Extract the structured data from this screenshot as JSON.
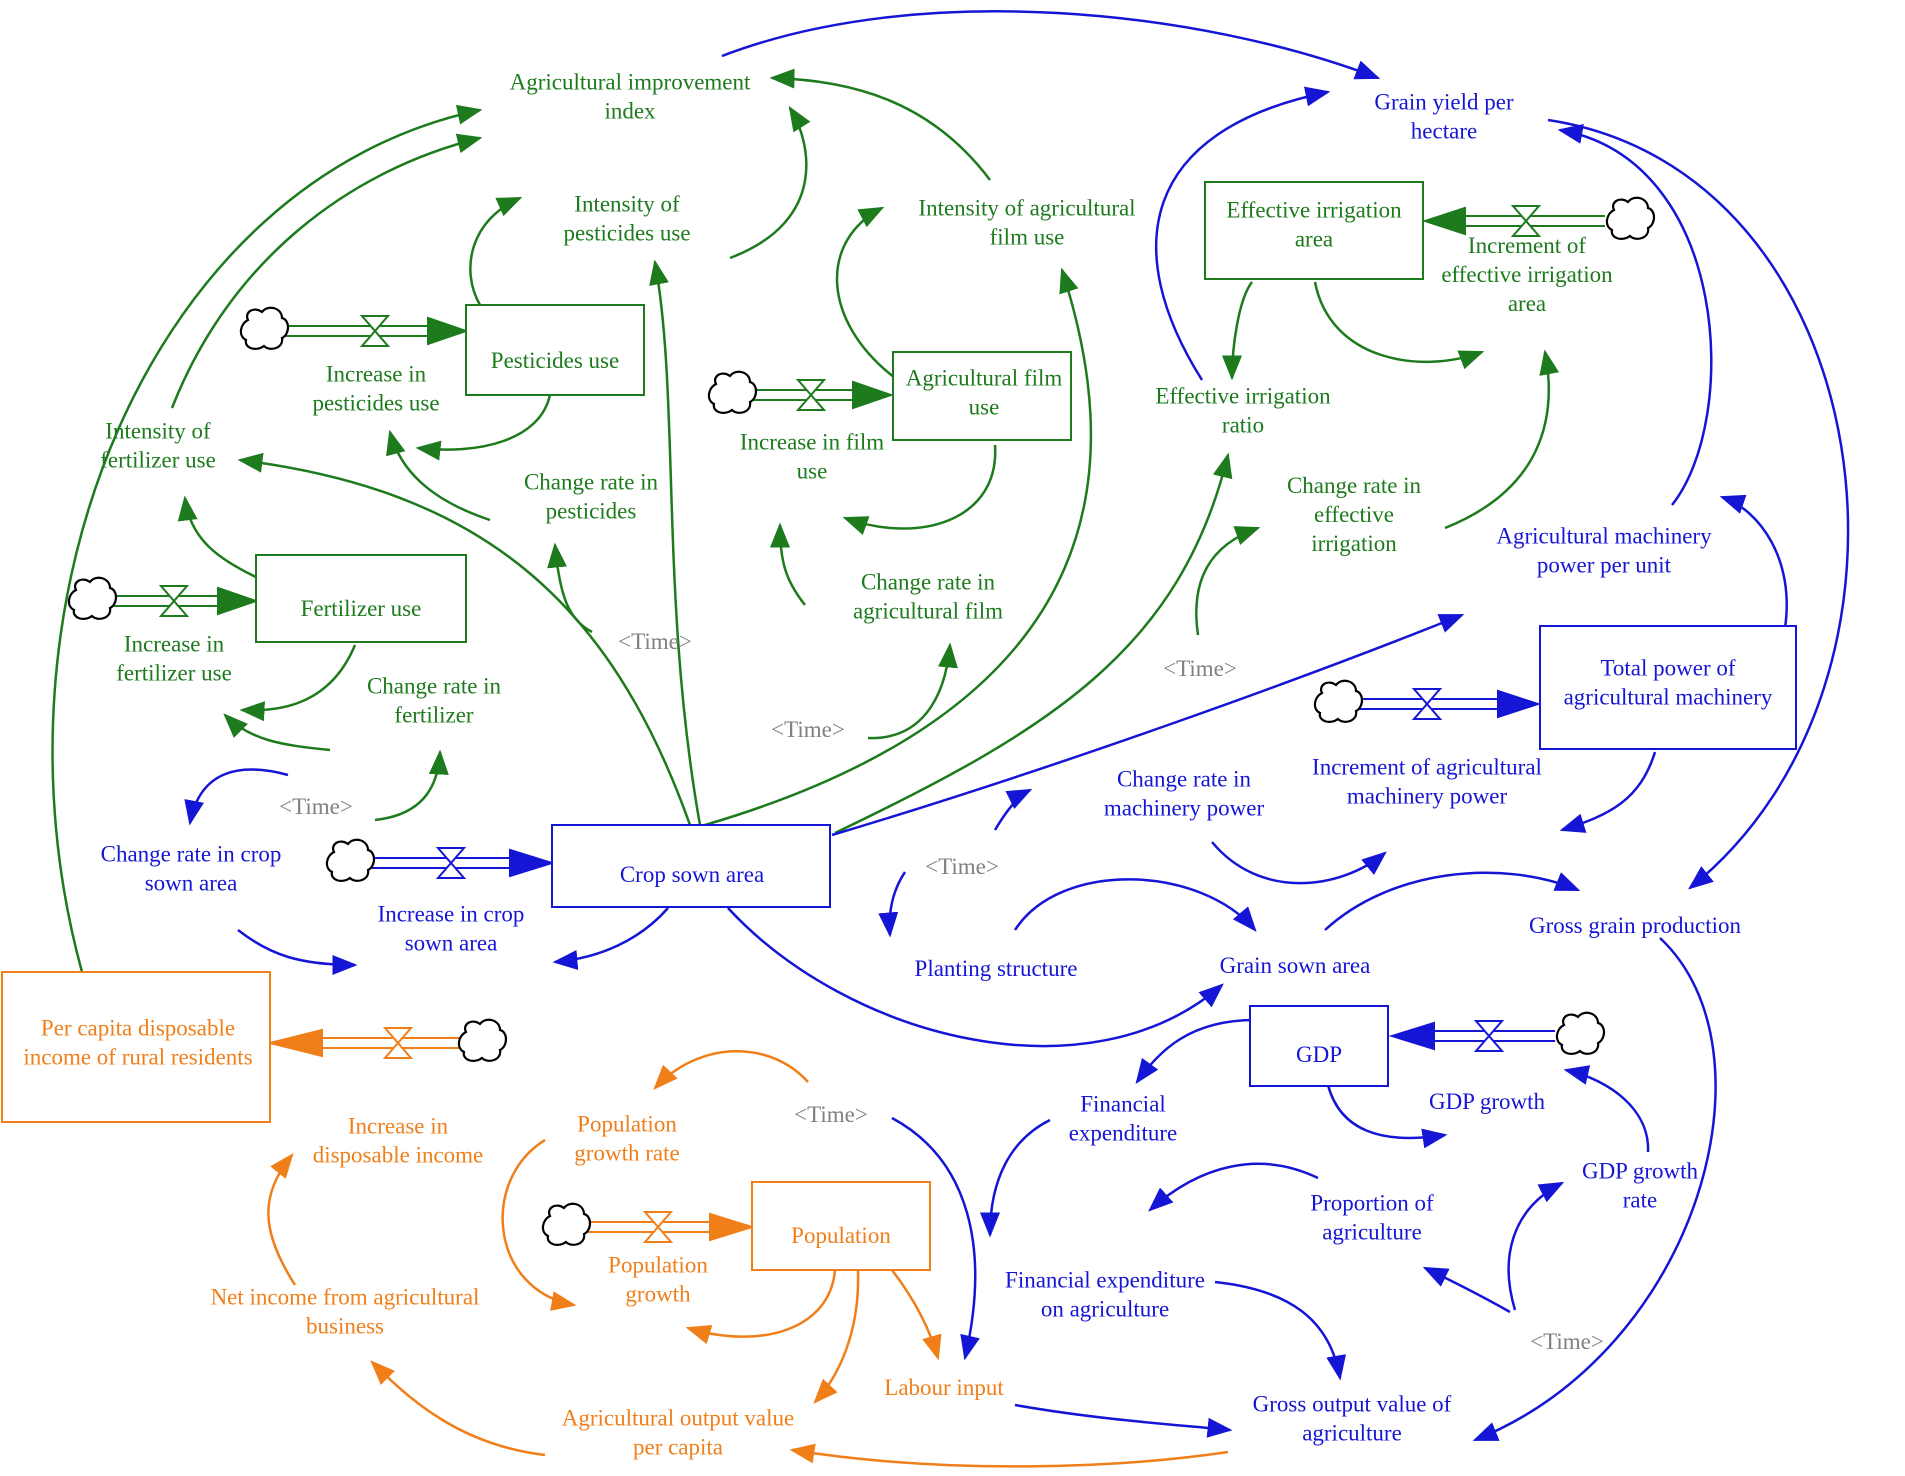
{
  "colors": {
    "green": "#1d7a1d",
    "blue": "#1515d6",
    "orange": "#f07f1a",
    "gray": "#808080"
  },
  "stocks": {
    "pesticides_use": [
      "Pesticides use"
    ],
    "film_use": [
      "Agricultural film",
      "use"
    ],
    "fertilizer_use": [
      "Fertilizer use"
    ],
    "irrigation_area": [
      "Effective irrigation",
      "area"
    ],
    "crop_sown_area": [
      "Crop sown area"
    ],
    "machinery_total": [
      "Total power of",
      "agricultural machinery"
    ],
    "gdp": [
      "GDP"
    ],
    "population": [
      "Population"
    ],
    "per_capita_income": [
      "Per capita disposable",
      "income of rural residents"
    ]
  },
  "flows": {
    "increase_pesticides": [
      "Increase in",
      "pesticides use"
    ],
    "increase_film": [
      "Increase in film",
      "use"
    ],
    "increase_fertilizer": [
      "Increase in",
      "fertilizer use"
    ],
    "increment_irrigation": [
      "Increment of",
      "effective irrigation",
      "area"
    ],
    "increase_crop": [
      "Increase in crop",
      "sown area"
    ],
    "increment_machinery": [
      "Increment of agricultural",
      "machinery power"
    ],
    "gdp_growth": [
      "GDP growth"
    ],
    "population_growth": [
      "Population",
      "growth"
    ],
    "increase_income": [
      "Increase in",
      "disposable income"
    ]
  },
  "variables": {
    "agri_improvement": [
      "Agricultural improvement",
      "index"
    ],
    "pesticide_intensity": [
      "Intensity of",
      "pesticides use"
    ],
    "film_intensity": [
      "Intensity of agricultural",
      "film use"
    ],
    "fertilizer_intensity": [
      "Intensity of",
      "fertilizer use"
    ],
    "change_pesticides": [
      "Change rate in",
      "pesticides"
    ],
    "change_film": [
      "Change rate in",
      "agricultural film"
    ],
    "change_fertilizer": [
      "Change rate in",
      "fertilizer"
    ],
    "grain_yield": [
      "Grain yield per",
      "hectare"
    ],
    "irrigation_ratio": [
      "Effective irrigation",
      "ratio"
    ],
    "change_irrigation": [
      "Change rate in",
      "effective",
      "irrigation"
    ],
    "machinery_per_unit": [
      "Agricultural machinery",
      "power per unit"
    ],
    "change_machinery": [
      "Change rate in",
      "machinery power"
    ],
    "change_crop": [
      "Change rate in crop",
      "sown area"
    ],
    "planting_structure": [
      "Planting structure"
    ],
    "grain_sown_area": [
      "Grain sown area"
    ],
    "gross_grain": [
      "Gross grain production"
    ],
    "financial_expenditure": [
      "Financial",
      "expenditure"
    ],
    "gdp_growth_rate": [
      "GDP growth",
      "rate"
    ],
    "proportion_agri": [
      "Proportion of",
      "agriculture"
    ],
    "fin_exp_agri": [
      "Financial expenditure",
      "on agriculture"
    ],
    "gross_output": [
      "Gross output value of",
      "agriculture"
    ],
    "labour_input": [
      "Labour input"
    ],
    "pop_growth_rate": [
      "Population",
      "growth rate"
    ],
    "output_per_capita": [
      "Agricultural output value",
      "per capita"
    ],
    "net_income": [
      "Net income from agricultural",
      "business"
    ]
  },
  "time_label": "<Time>"
}
